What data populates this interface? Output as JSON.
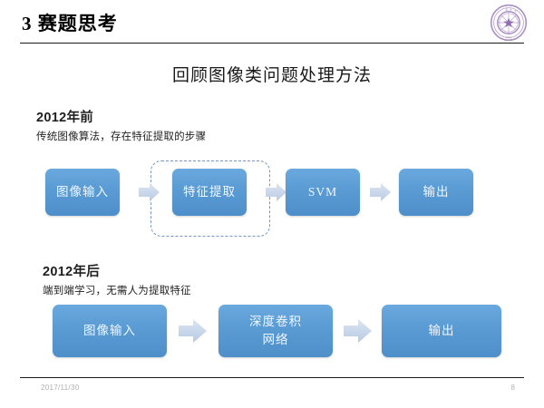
{
  "slide": {
    "title": "3 赛题思考",
    "subtitle": "回顾图像类问题处理方法",
    "logo_name": "university-seal-logo",
    "accent_blue": "#5a9bd4",
    "arrow_blue": "#c3d4e9",
    "dashed_blue": "#7796bc"
  },
  "sections": [
    {
      "year": "2012年前",
      "description": "传统图像算法，存在特征提取的步骤",
      "steps": [
        {
          "label": "图像输入",
          "highlighted": false
        },
        {
          "label": "特征提取",
          "highlighted": true
        },
        {
          "label": "SVM",
          "highlighted": false
        },
        {
          "label": "输出",
          "highlighted": false
        }
      ]
    },
    {
      "year": "2012年后",
      "description": "端到端学习，无需人为提取特征",
      "steps": [
        {
          "label": "图像输入",
          "highlighted": false
        },
        {
          "label": "深度卷积\n网络",
          "highlighted": false
        },
        {
          "label": "输出",
          "highlighted": false
        }
      ]
    }
  ],
  "footer": {
    "date": "2017/11/30",
    "page_number": "8"
  }
}
